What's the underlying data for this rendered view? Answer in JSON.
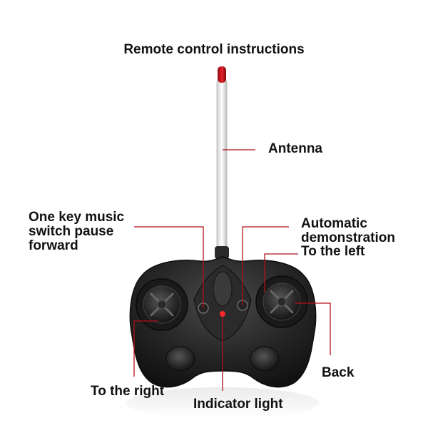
{
  "title": "Remote control instructions",
  "labels": {
    "antenna": "Antenna",
    "music_line1": "One key music",
    "music_line2": "switch pause",
    "music_line3": "forward",
    "auto_line1": "Automatic",
    "auto_line2": "demonstration",
    "to_the_left": "To the left",
    "back": "Back",
    "to_the_right": "To the right",
    "indicator_light": "Indicator light"
  },
  "colors": {
    "leader_line": "#b0121b",
    "body": "#1f1f1f",
    "antenna_tip": "#d0121b",
    "indicator": "#ff2a2a"
  }
}
